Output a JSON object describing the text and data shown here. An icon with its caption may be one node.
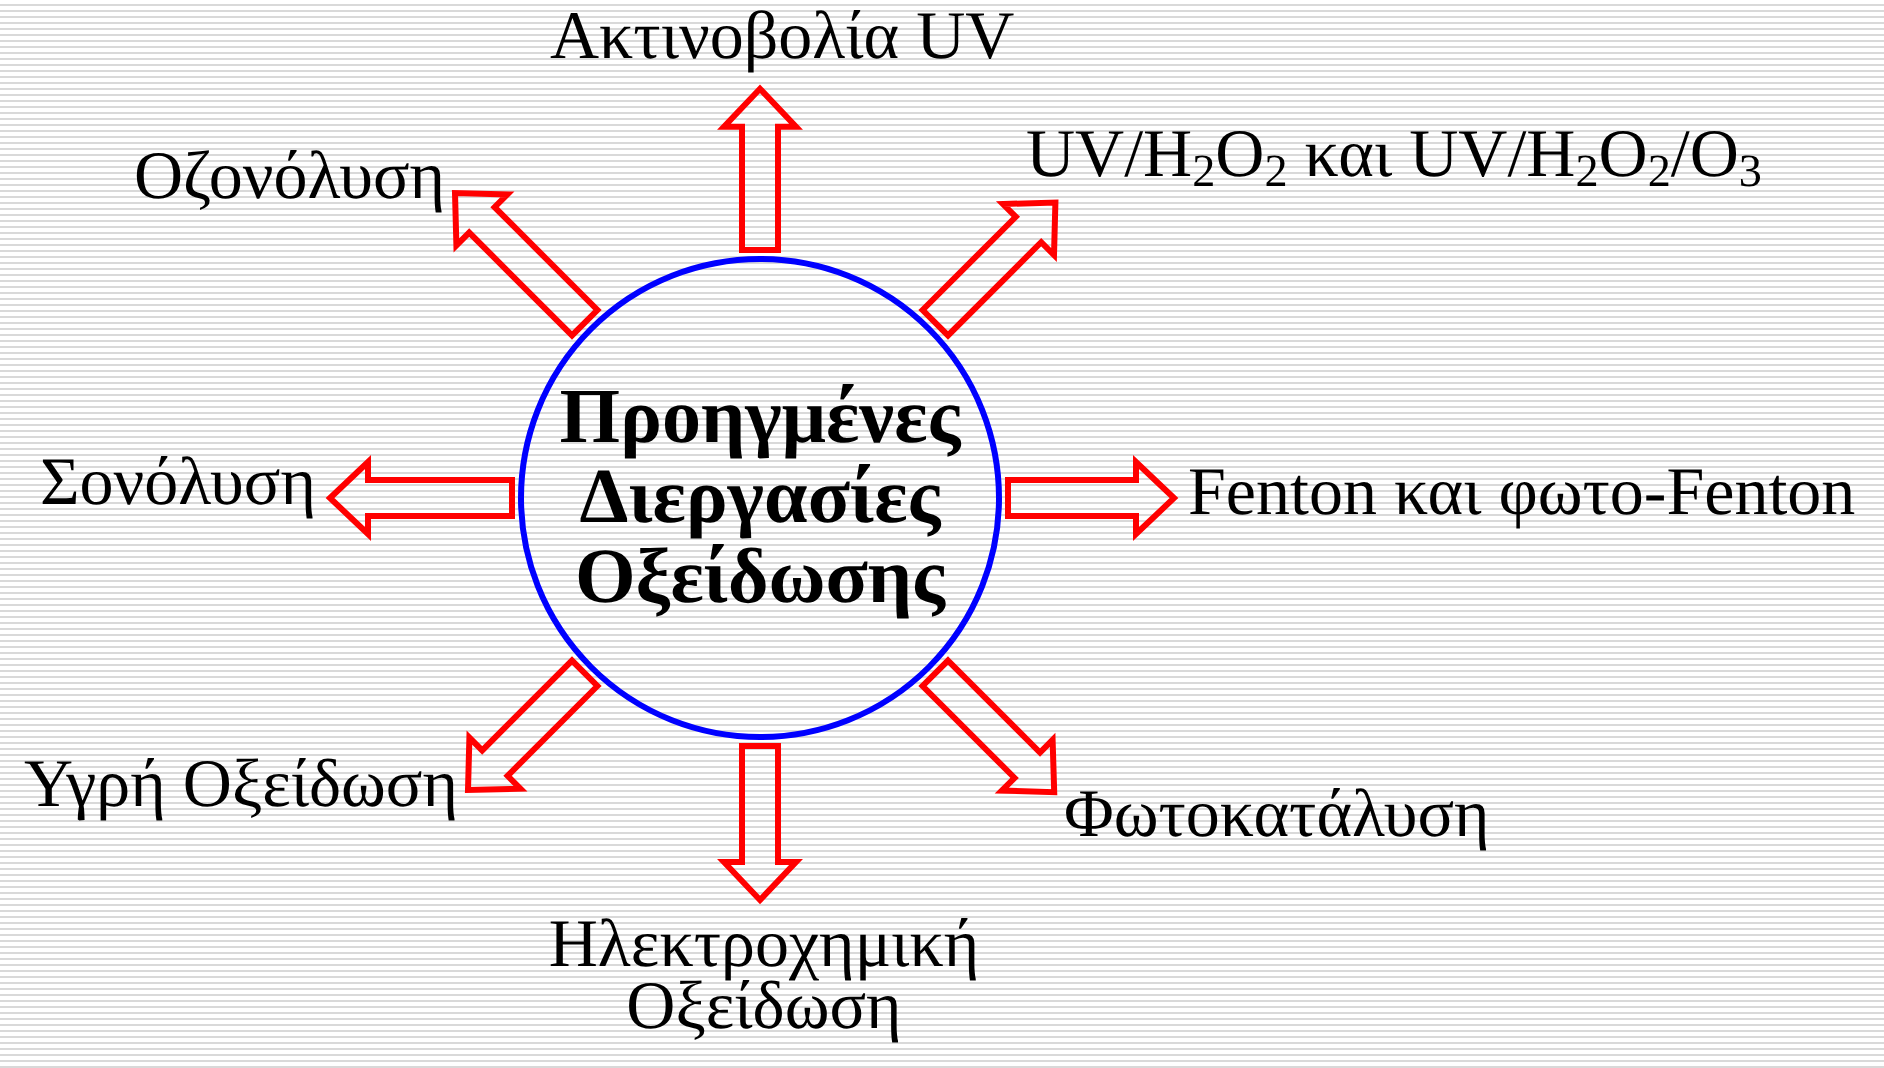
{
  "diagram": {
    "nodes": [
      {
        "text": [
          "Προηγμένες Διεργασίες Οξείδωσης"
        ]
      },
      {
        "text": [
          "Ακτινοβολία UV"
        ]
      },
      {
        "text": [
          "Οζονόλυση"
        ]
      },
      {
        "text": [
          "UV/H$_{2}$O$_{2}$ και UV/H$_{2}$O$_{2}$/O$_{3}$"
        ]
      },
      {
        "text": [
          "Σονόλυση"
        ]
      },
      {
        "text": [
          "Fenton και φωτο-Fenton"
        ]
      },
      {
        "text": [
          "Υγρή Οξείδωση"
        ]
      },
      {
        "text": [
          "Φωτοκατάλυση"
        ]
      },
      {
        "text": [
          "Ηλεκτροχημική Οξείδωση"
        ]
      }
    ],
    "edges": [
      {
        "from": 0,
        "to": 1,
        "arrow": "to"
      },
      {
        "from": 0,
        "to": 2,
        "arrow": "to"
      },
      {
        "from": 0,
        "to": 3,
        "arrow": "to"
      },
      {
        "from": 0,
        "to": 4,
        "arrow": "to"
      },
      {
        "from": 0,
        "to": 5,
        "arrow": "to"
      },
      {
        "from": 0,
        "to": 6,
        "arrow": "to"
      },
      {
        "from": 0,
        "to": 7,
        "arrow": "to"
      },
      {
        "from": 0,
        "to": 8,
        "arrow": "to"
      }
    ]
  }
}
